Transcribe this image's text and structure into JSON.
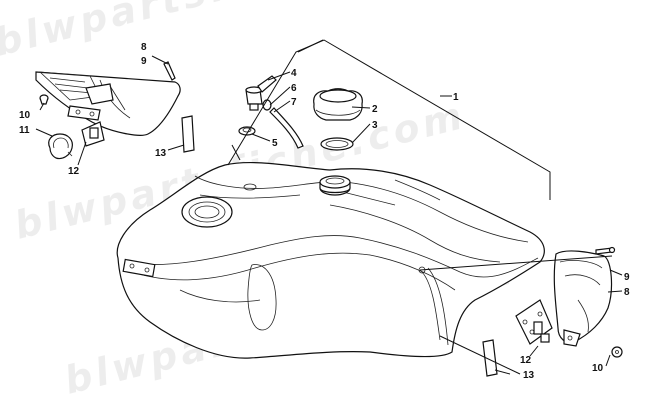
{
  "watermark": {
    "text": "blwpartsfiche.com"
  },
  "diagram": {
    "callouts": [
      "1",
      "2",
      "3",
      "4",
      "5",
      "6",
      "7",
      "8",
      "9",
      "10",
      "11",
      "12",
      "13",
      "9",
      "8",
      "10",
      "12",
      "13"
    ]
  }
}
